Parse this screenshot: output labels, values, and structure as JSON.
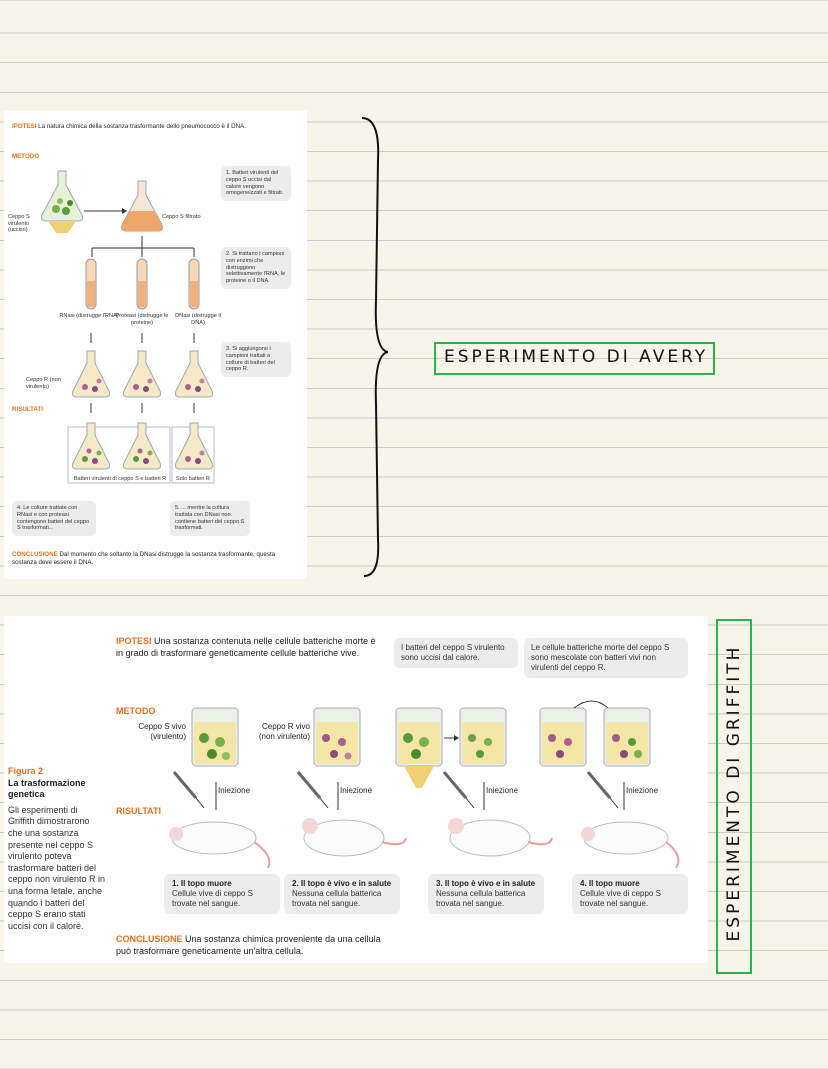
{
  "titles": {
    "avery": "ESPERIMENTO DI AVERY",
    "griffith": "ESPERIMENTO DI GRIFFITH"
  },
  "avery": {
    "ipotesi_label": "IPOTESI",
    "ipotesi_text": "La natura chimica della sostanza trasformante dello pneumococco è il DNA.",
    "metodo_label": "METODO",
    "label_s_virulento": "Ceppo S virulento (ucciso)",
    "label_s_filtrato": "Ceppo S filtrato",
    "step1": "1. Batteri virulenti del ceppo S uccisi dal calore vengono omogeneizzati e filtrati.",
    "step2": "2. Si trattano i campioni con enzimi che distruggono selettivamente l'RNA, le proteine o il DNA.",
    "step3": "3. Si aggiungono i campioni trattati a colture di batteri del ceppo R.",
    "tube_rnasi": "RNasi (distrugge l'RNA)",
    "tube_proteasi": "Proteasi (distrugge le proteine)",
    "tube_dnasi": "DNasi (distrugge il DNA)",
    "label_r": "Ceppo R (non virulento)",
    "risultati_label": "RISULTATI",
    "result_s_r": "Batteri virulenti di ceppo S e batteri R",
    "result_r": "Solo batteri R",
    "step4": "4. Le colture trattate con RNasi e con proteasi contengono batteri del ceppo S trasformati...",
    "step5": "5. ... mentre la coltura trattata con DNasi non contiene batteri del ceppo S trasformati.",
    "conclusione_label": "CONCLUSIONE",
    "conclusione_text": "Dal momento che soltanto la DNasi distrugge la sostanza trasformante, questa sostanza deve essere il DNA."
  },
  "griffith": {
    "ipotesi_label": "IPOTESI",
    "ipotesi_text": "Una sostanza contenuta nelle cellule batteriche morte è in grado di trasformare geneticamente cellule batteriche vive.",
    "note_heat": "I batteri del ceppo S virulento sono uccisi dal calore.",
    "note_mix": "Le cellule batteriche morte del ceppo S sono mescolate con batteri vivi non virulenti del ceppo R.",
    "metodo_label": "METODO",
    "label_s": "Ceppo S vivo (virulento)",
    "label_r": "Ceppo R vivo (non virulento)",
    "injection": "Iniezione",
    "risultati_label": "RISULTATI",
    "results": [
      {
        "title": "1. Il topo muore",
        "text": "Cellule vive di ceppo S trovate nel sangue."
      },
      {
        "title": "2. Il topo è vivo e in salute",
        "text": "Nessuna cellula batterica trovata nel sangue."
      },
      {
        "title": "3. Il topo è vivo e in salute",
        "text": "Nessuna cellula batterica trovata nel sangue."
      },
      {
        "title": "4. Il topo muore",
        "text": "Cellule vive di ceppo S trovate nel sangue."
      }
    ],
    "conclusione_label": "CONCLUSIONE",
    "conclusione_text": "Una sostanza chimica proveniente da una cellula può trasformare geneticamente un'altra cellula.",
    "figure_number": "Figura 2",
    "figure_title": "La trasformazione genetica",
    "figure_text": "Gli esperimenti di Griffith dimostrarono che una sostanza presente nel ceppo S virulento poteva trasformare batteri del ceppo non virulento R in una forma letale, anche quando i batteri del ceppo S erano stati uccisi con il calore."
  },
  "colors": {
    "accent_orange": "#e2701c",
    "box_green": "#29b34a",
    "paper": "#f7f4ea",
    "rule_line": "#c7cbd2"
  }
}
